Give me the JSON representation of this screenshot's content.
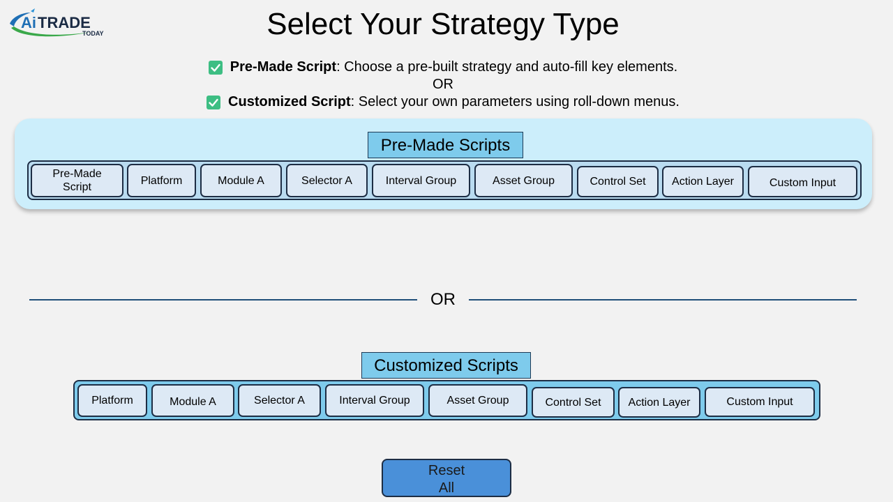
{
  "logo": {
    "text_ai": "Ai",
    "text_trade": "TRADE",
    "text_today": "TODAY"
  },
  "title": "Select Your Strategy Type",
  "options": [
    {
      "strong": "Pre-Made Script",
      "rest": ": Choose a pre-built strategy and auto-fill key elements."
    },
    {
      "strong": "Customized Script",
      "rest": ": Select your own parameters using roll-down menus."
    }
  ],
  "or_text": "OR",
  "premade": {
    "label": "Pre-Made Scripts",
    "items": [
      {
        "label": "Pre-Made\nScript"
      },
      {
        "label": "Platform"
      },
      {
        "label": "Module A"
      },
      {
        "label": "Selector A"
      },
      {
        "label": "Interval Group"
      },
      {
        "label": "Asset Group"
      },
      {
        "label": "Control Set"
      },
      {
        "label": "Action Layer"
      },
      {
        "label": "Custom Input"
      }
    ]
  },
  "divider_or": "OR",
  "custom": {
    "label": "Customized Scripts",
    "items": [
      {
        "label": "Platform"
      },
      {
        "label": "Module A"
      },
      {
        "label": "Selector A"
      },
      {
        "label": "Interval Group"
      },
      {
        "label": "Asset Group"
      },
      {
        "label": "Control Set"
      },
      {
        "label": "Action Layer"
      },
      {
        "label": "Custom Input"
      }
    ]
  },
  "reset": {
    "line1": "Reset",
    "line2": "All"
  },
  "colors": {
    "background": "#f2f2f2",
    "panel": "#cceefb",
    "label_fill": "#7ecbec",
    "chip_fill": "#dde9f5",
    "check": "#3dbe83",
    "reset": "#4a90d9",
    "divider": "#1f4e79"
  }
}
